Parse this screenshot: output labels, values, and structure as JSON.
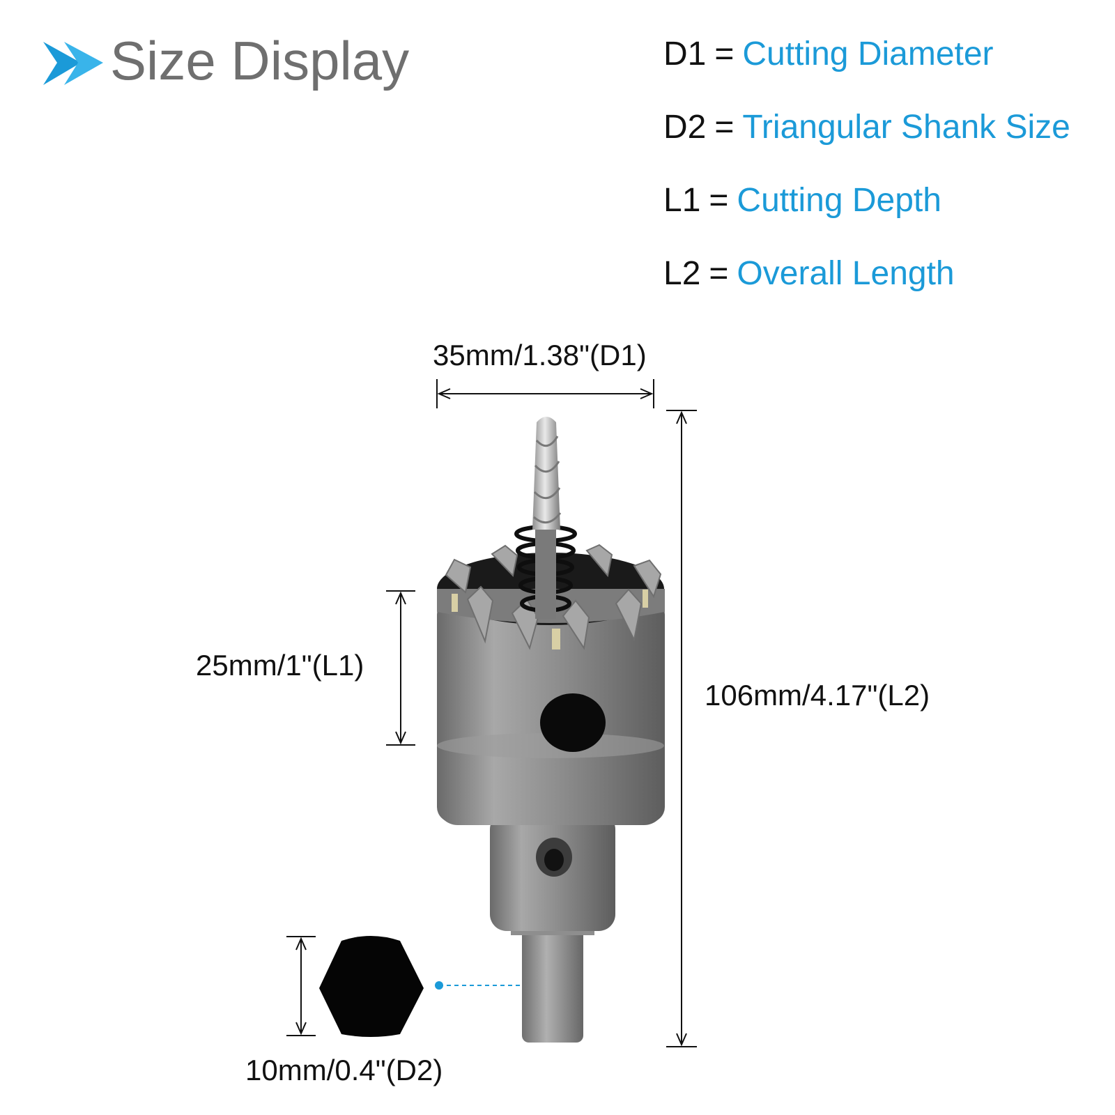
{
  "header": {
    "title": "Size Display",
    "arrow_color": "#1b9ad8"
  },
  "legend": [
    {
      "key": "D1",
      "value": "Cutting Diameter"
    },
    {
      "key": "D2",
      "value": "Triangular Shank Size"
    },
    {
      "key": "L1",
      "value": "Cutting Depth"
    },
    {
      "key": "L2",
      "value": "Overall Length"
    }
  ],
  "legend_equals": "=",
  "dimensions": {
    "d1": "35mm/1.38\"(D1)",
    "l1": "25mm/1\"(L1)",
    "l2": "106mm/4.17\"(L2)",
    "d2": "10mm/0.4\"(D2)"
  },
  "colors": {
    "accent": "#1b9ad8",
    "text": "#111111",
    "title": "#6f6f6f",
    "tool_body": "#858585",
    "tool_dark": "#5a5a5a"
  }
}
